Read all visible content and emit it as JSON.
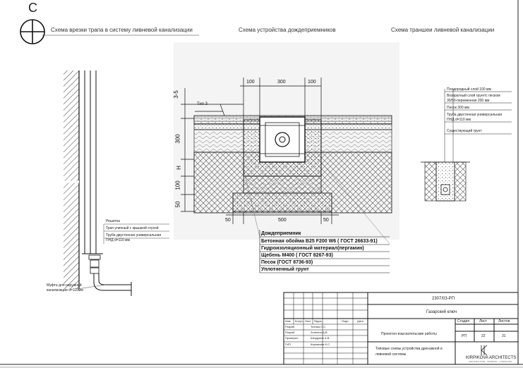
{
  "sheet_letter": "С",
  "headers": {
    "left": "Схема врезки трапа в систему ливневой канализации",
    "center": "Схема устройства дождеприемников",
    "right": "Схема траншеи ливневой канализации"
  },
  "left_detail": {
    "labels": [
      "Решетка",
      "Трап уличный с крышкой глухой",
      "Труба двустенная универсальная",
      "ПНД d=110 мм"
    ],
    "coupling": [
      "Муфта для наружной",
      "канализации d=110мм"
    ]
  },
  "center_detail": {
    "top_dims": [
      "100",
      "300",
      "100"
    ],
    "left_dims": [
      "3-5",
      "300",
      "Н",
      "100",
      "50"
    ],
    "bottom_dims": [
      "50",
      "500",
      "50"
    ],
    "tile_label": "Тип 3",
    "legend_title": "Дождеприемник",
    "legend": [
      "Бетонная обойма  В25 F200 W6 ( ГОСТ 26633-91)",
      "Гидроизоляционный материал(пергамин)",
      "Щебень М400 ( ГОСТ 8267-93)",
      "Песок (ГОСТ 8736-93)",
      "Уплотненный грунт"
    ]
  },
  "right_detail": {
    "labels": [
      "Плодородный слой 100 мм",
      "Возвратный слой грунт/с песком",
      "30/50-переменная 200 мм",
      "Песок 300 мм",
      "Труба двустенная универсальная",
      "ПНД d=110 мм",
      "Существующий грунт"
    ]
  },
  "title_block": {
    "code": "2307/03-РП",
    "project": "Газарский ключ",
    "col_headers": [
      "Изм.",
      "Колуч.",
      "Лист",
      "№док.",
      "Подп.",
      "Дата"
    ],
    "people": [
      {
        "role": "Разраб.",
        "name": "Тихова С.С."
      },
      {
        "role": "Разраб.",
        "name": "Зоненна Д.В."
      },
      {
        "role": "Проверил",
        "name": "Шездрина А.В."
      },
      {
        "role": "ГИП",
        "name": "Кирпикова К.С."
      }
    ],
    "stage_title": "Проектно-изыскательские работы",
    "sheet_title": "Типовые схемы устройства дренажной и ливневой системы",
    "stage_head": "Стадия",
    "sheet_head": "Лист",
    "sheets_head": "Листов",
    "stage": "РП",
    "sheet": "22",
    "sheets": "31",
    "company": "KIRPIKOVA ARCHITECTS",
    "company_sub": "ARCHITECTURE · INTERIOR · LANDSCAPE"
  }
}
